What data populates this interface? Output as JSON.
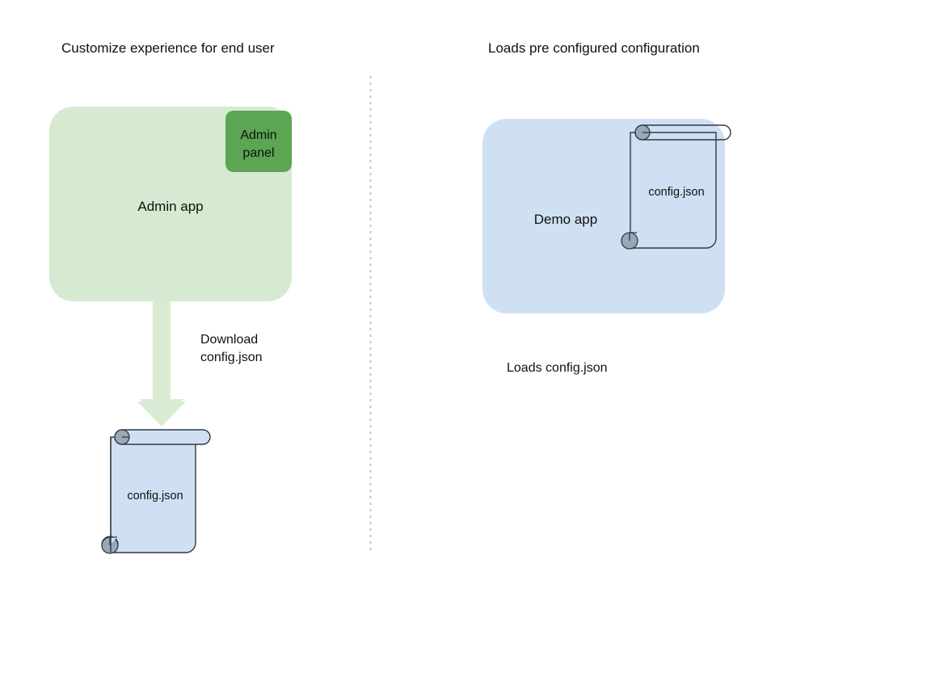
{
  "diagram": {
    "columns": [
      {
        "title": "Customize experience for end user",
        "app_box": {
          "label": "Admin app",
          "fill": "#d5ead0"
        },
        "panel": {
          "line1": "Admin",
          "line2": "panel",
          "fill": "#5ba553"
        },
        "arrow": {
          "label_line1": "Download",
          "label_line2": "config.json",
          "fill": "#d9ecd3"
        },
        "scroll": {
          "label": "config.json",
          "fill": "#cfe0f3",
          "stroke": "#2f3a46",
          "knob_fill": "#9aa7b4"
        }
      },
      {
        "title": "Loads pre configured configuration",
        "app_box": {
          "label": "Demo app",
          "fill": "#cfe0f3"
        },
        "scroll": {
          "label": "config.json",
          "fill": "transparent",
          "stroke": "#2f3a46",
          "knob_fill": "#9aa7b4"
        },
        "caption": "Loads config.json"
      }
    ],
    "divider": {
      "style": "dotted",
      "color": "#b8b8c0"
    }
  }
}
